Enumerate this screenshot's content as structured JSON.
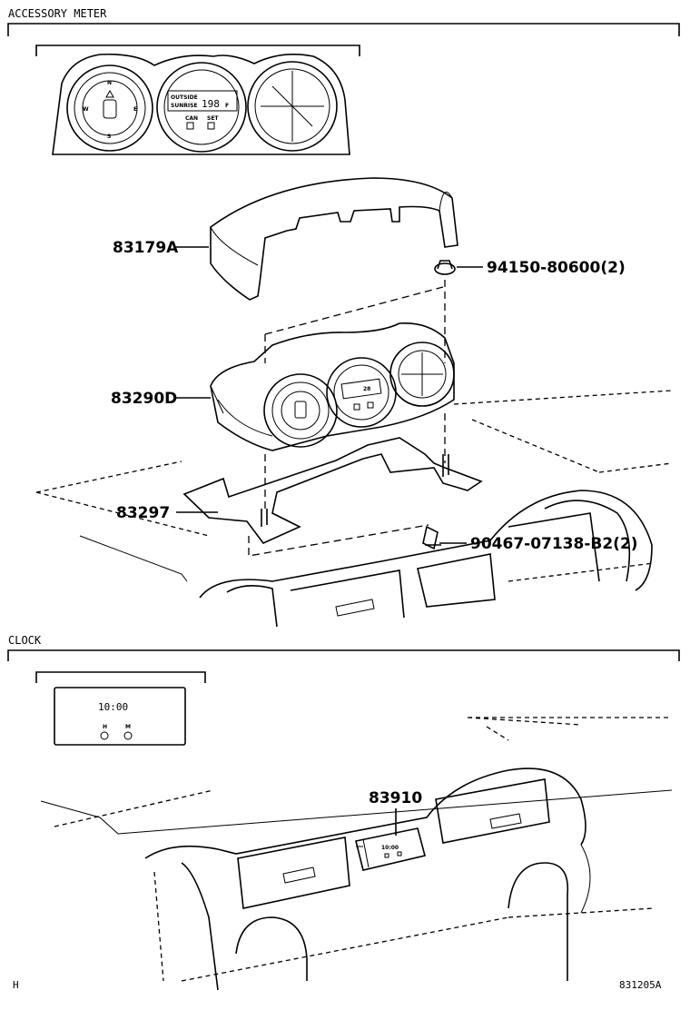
{
  "sections": {
    "accessory_meter": {
      "title": "ACCESSORY METER"
    },
    "clock": {
      "title": "CLOCK"
    }
  },
  "inset_meter": {
    "compass_letters": {
      "n": "N",
      "e": "E",
      "s": "S",
      "w": "W"
    },
    "display_label_1": "OUTSIDE",
    "display_label_2": "SUNRISE",
    "display_value": "198",
    "display_unit": "F",
    "button_1": "CAN",
    "button_2": "SET"
  },
  "inset_clock": {
    "time": "10:00",
    "button_h": "H",
    "button_m": "M"
  },
  "parts": [
    {
      "id": "83179A"
    },
    {
      "id": "94150-80600(2)"
    },
    {
      "id": "83290D"
    },
    {
      "id": "83297"
    },
    {
      "id": "90467-07138-B2(2)"
    },
    {
      "id": "83910"
    }
  ],
  "unit_clock_display": "10:00",
  "unit_meter_display": "28",
  "footer": {
    "left": "H",
    "right": "831205A"
  }
}
